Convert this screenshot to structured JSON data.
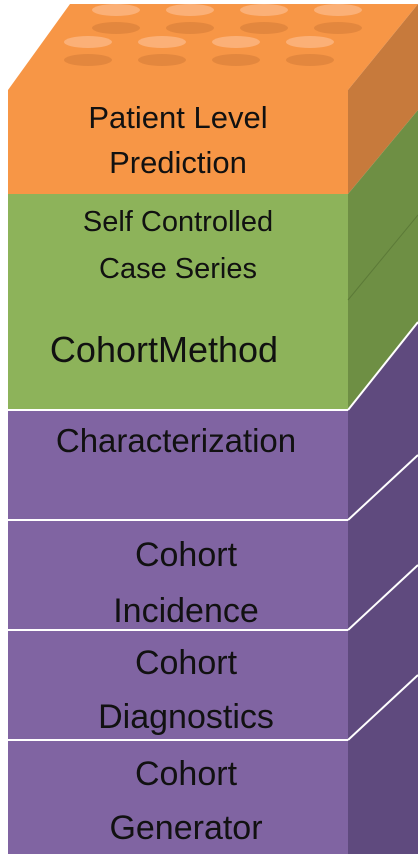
{
  "diagram": {
    "layers": [
      {
        "id": "plp",
        "lines": [
          "Patient Level",
          "Prediction"
        ],
        "front": "#F79646",
        "side": "#C77A3C"
      },
      {
        "id": "sccs",
        "lines": [
          "Self Controlled",
          "Case Series"
        ],
        "front": "#8DB35A",
        "side": "#6E8F44"
      },
      {
        "id": "cm",
        "lines": [
          "CohortMethod"
        ],
        "front": "#8DB35A",
        "side": "#6E8F44"
      },
      {
        "id": "char",
        "lines": [
          "Characterization"
        ],
        "front": "#8064A2",
        "side": "#5F4A7E"
      },
      {
        "id": "ci",
        "lines": [
          "Cohort",
          "Incidence"
        ],
        "front": "#8064A2",
        "side": "#5F4A7E"
      },
      {
        "id": "cd",
        "lines": [
          "Cohort",
          "Diagnostics"
        ],
        "front": "#8064A2",
        "side": "#5F4A7E"
      },
      {
        "id": "cg",
        "lines": [
          "Cohort",
          "Generator"
        ],
        "front": "#8064A2",
        "side": "#5F4A7E"
      }
    ],
    "studs_color": "#F79646"
  }
}
